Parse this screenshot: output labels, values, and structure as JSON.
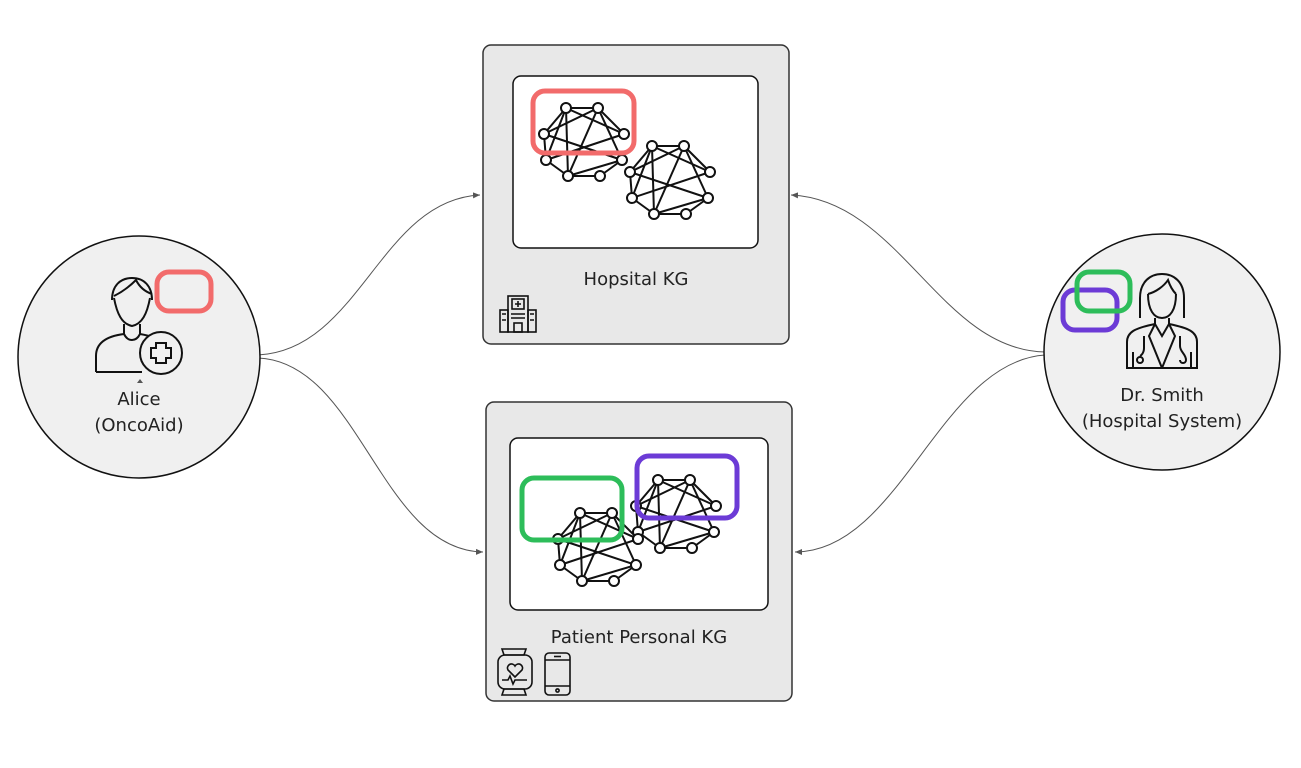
{
  "colors": {
    "background": "#ffffff",
    "panel_fill": "#e8e8e8",
    "panel_stroke": "#333333",
    "inner_fill": "#ffffff",
    "actor_fill": "#f0f0f0",
    "stroke": "#111111",
    "connector": "#555555",
    "red": "#f26b6b",
    "green": "#2dbd5a",
    "purple": "#6c3bd6"
  },
  "hospital_kg": {
    "label": "Hopsital KG",
    "icon": "hospital-building-icon"
  },
  "patient_kg": {
    "label": "Patient Personal KG",
    "icons": [
      "smartwatch-heart-icon",
      "smartphone-icon"
    ]
  },
  "alice": {
    "name": "Alice",
    "role": "(OncoAid)",
    "icon": "patient-medical-icon"
  },
  "doctor": {
    "name": "Dr. Smith",
    "role": "(Hospital System)",
    "icon": "doctor-icon"
  }
}
